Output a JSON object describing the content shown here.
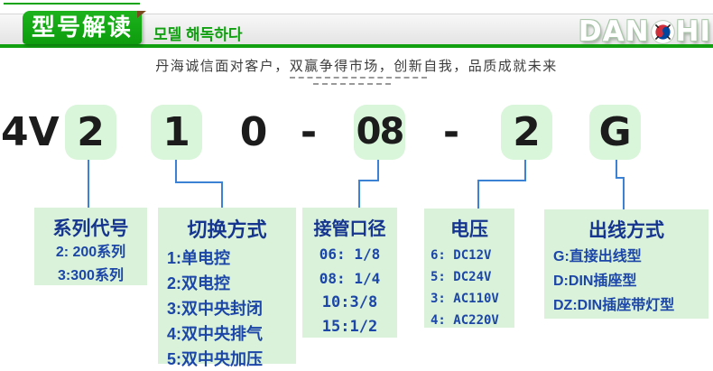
{
  "header": {
    "banner_title": "型号解读",
    "subtitle_korean": "모델 해독하다",
    "logo": {
      "text_left": "DAN",
      "text_right": "HI",
      "flag_icon": "korea-taegeuk-flag"
    }
  },
  "slogan": "丹海诚信面对客户，双赢争得市场，创新自我，品质成就未来",
  "model_code": {
    "segments": [
      {
        "text": "4V",
        "highlighted": false
      },
      {
        "text": "2",
        "highlighted": true
      },
      {
        "text": "1",
        "highlighted": true
      },
      {
        "text": "0",
        "highlighted": false
      },
      {
        "text": "-",
        "highlighted": false
      },
      {
        "text": "08",
        "highlighted": true
      },
      {
        "text": "-",
        "highlighted": false
      },
      {
        "text": "2",
        "highlighted": true
      },
      {
        "text": "G",
        "highlighted": true
      }
    ]
  },
  "legend": [
    {
      "title": "系列代号",
      "items": [
        "2: 200系列",
        "3:300系列"
      ]
    },
    {
      "title": "切换方式",
      "items": [
        "1:单电控",
        "2:双电控",
        "3:双中央封闭",
        "4:双中央排气",
        "5:双中央加压"
      ]
    },
    {
      "title": "接管口径",
      "items": [
        "06: 1/8",
        "08: 1/4",
        "10:3/8",
        "15:1/2"
      ]
    },
    {
      "title": "电压",
      "items": [
        "6: DC12V",
        "5: DC24V",
        "3: AC110V",
        "4: AC220V"
      ]
    },
    {
      "title": "出线方式",
      "items": [
        "G:直接出线型",
        "D:DIN插座型",
        "DZ:DIN插座带灯型"
      ]
    }
  ],
  "colors": {
    "brand_green": "#12a412",
    "pale_green_box": "#d9f5da",
    "legend_box_green": "#d9f2d9",
    "legend_text_navy": "#1c46a8",
    "connector_blue": "#3b82d4",
    "code_text": "#1c1c1c"
  }
}
